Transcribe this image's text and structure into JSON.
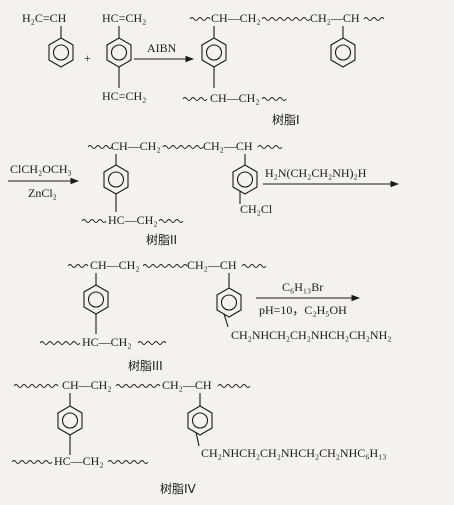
{
  "row1": {
    "styrene_vinyl": "H₂C=CH",
    "plus": "+",
    "dvb_top": "HC=CH₂",
    "dvb_bottom": "HC=CH₂",
    "catalyst": "AIBN",
    "polymer_top_a": "CH—CH₂",
    "polymer_top_b": "CH₂—CH",
    "polymer_bottom": "CH—CH₂",
    "resin_label": "树脂I"
  },
  "row2": {
    "reagent_top": "ClCH₂OCH₃",
    "reagent_bottom": "ZnCl₂",
    "polymer_top_a": "CH—CH₂",
    "polymer_top_b": "CH₂—CH",
    "polymer_bottom": "HC—CH₂",
    "chloromethyl": "CH₂Cl",
    "amine_reagent": "H₂N(CH₂CH₂NH)₂H",
    "resin_label": "树脂II"
  },
  "row3": {
    "polymer_top_a": "CH—CH₂",
    "polymer_top_b": "CH₂—CH",
    "polymer_bottom": "HC—CH₂",
    "substituent": "CH₂NHCH₂CH₂NHCH₂CH₂NH₂",
    "reagent_top": "C₆H₁₃Br",
    "reagent_bottom": "pH=10，C₂H₅OH",
    "resin_label": "树脂III"
  },
  "row4": {
    "polymer_top_a": "CH—CH₂",
    "polymer_top_b": "CH₂—CH",
    "polymer_bottom": "HC—CH₂",
    "substituent": "CH₂NHCH₂CH₂NHCH₂CH₂NHC₆H₁₃",
    "resin_label": "树脂IV"
  }
}
